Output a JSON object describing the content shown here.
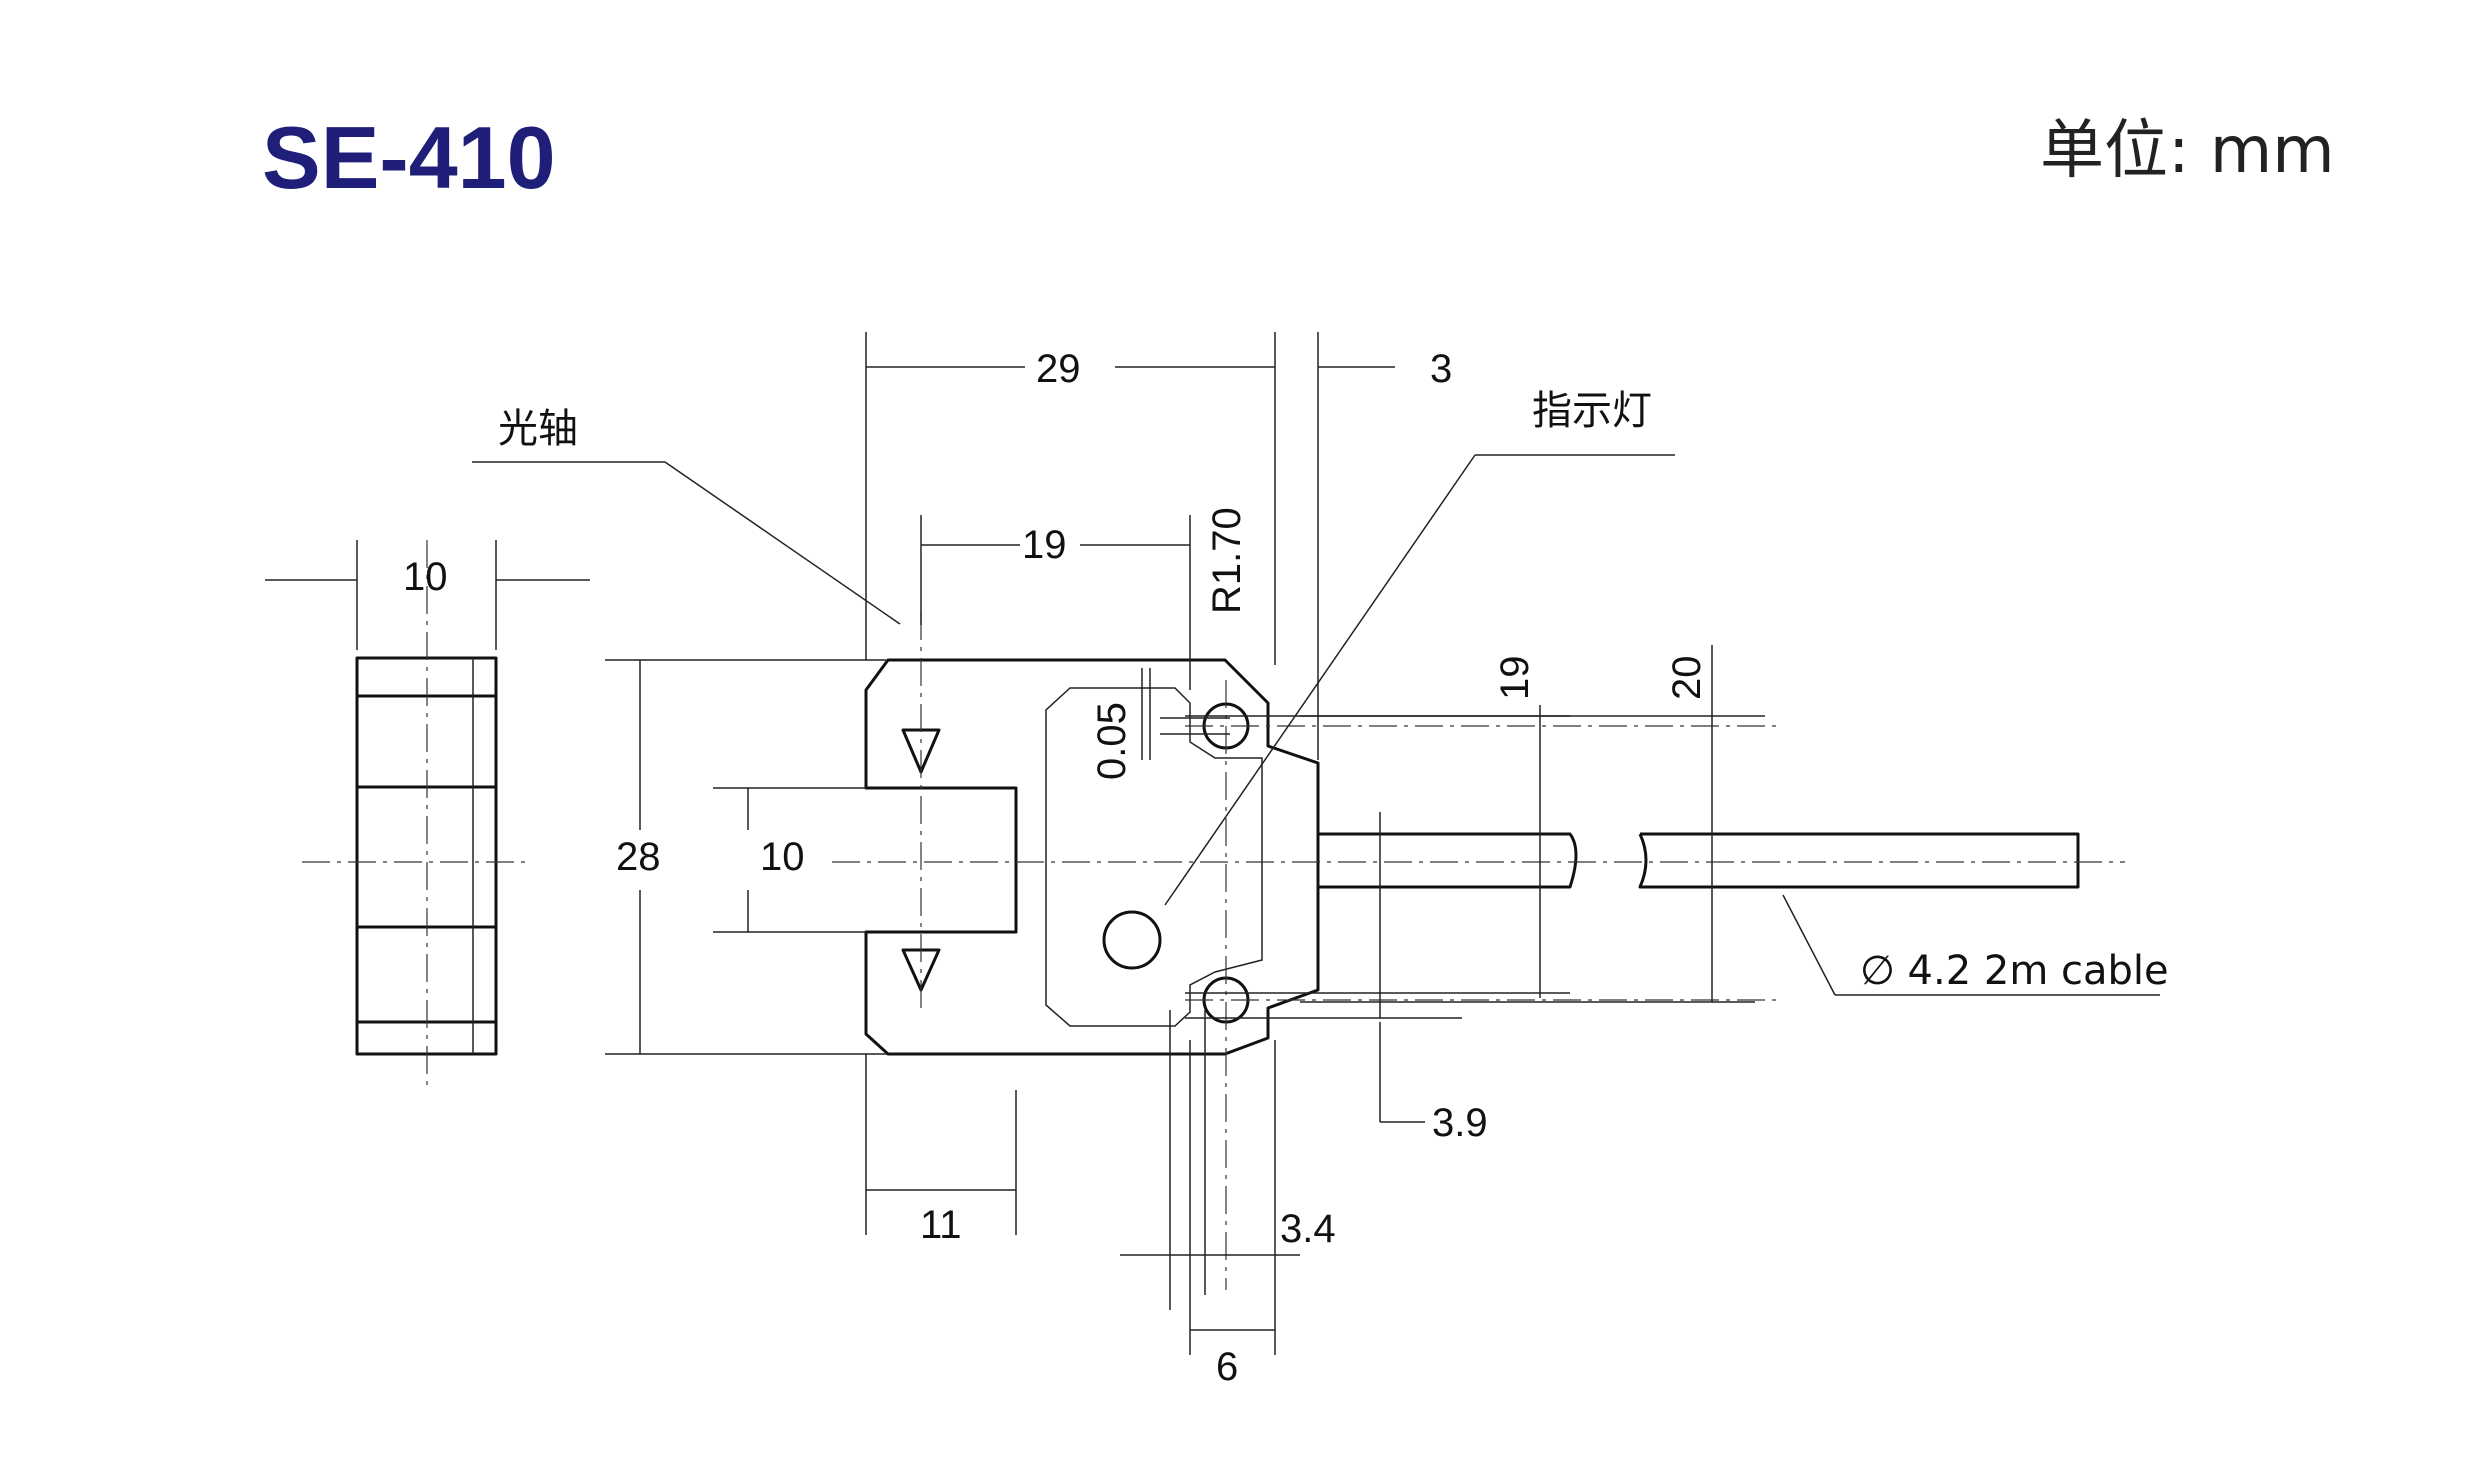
{
  "title": "SE-410",
  "unit_label": "单位: mm",
  "colors": {
    "title": "#1f1f7a",
    "line": "#111111",
    "background": "#ffffff"
  },
  "callouts": {
    "optical_axis": "光轴",
    "indicator": "指示灯",
    "cable": "∅ 4.2 2m cable"
  },
  "dimensions": {
    "side_width": "10",
    "overall_length": "29",
    "cable_gland": "3",
    "slot_depth": "19",
    "radius": "R1.70",
    "height": "28",
    "slot_width": "10",
    "step": "0.05",
    "hole_pitch": "19",
    "body_height": "20",
    "arm_length": "11",
    "hole_offset": "3.9",
    "hole_diameter": "3.4",
    "hole_edge": "6"
  }
}
